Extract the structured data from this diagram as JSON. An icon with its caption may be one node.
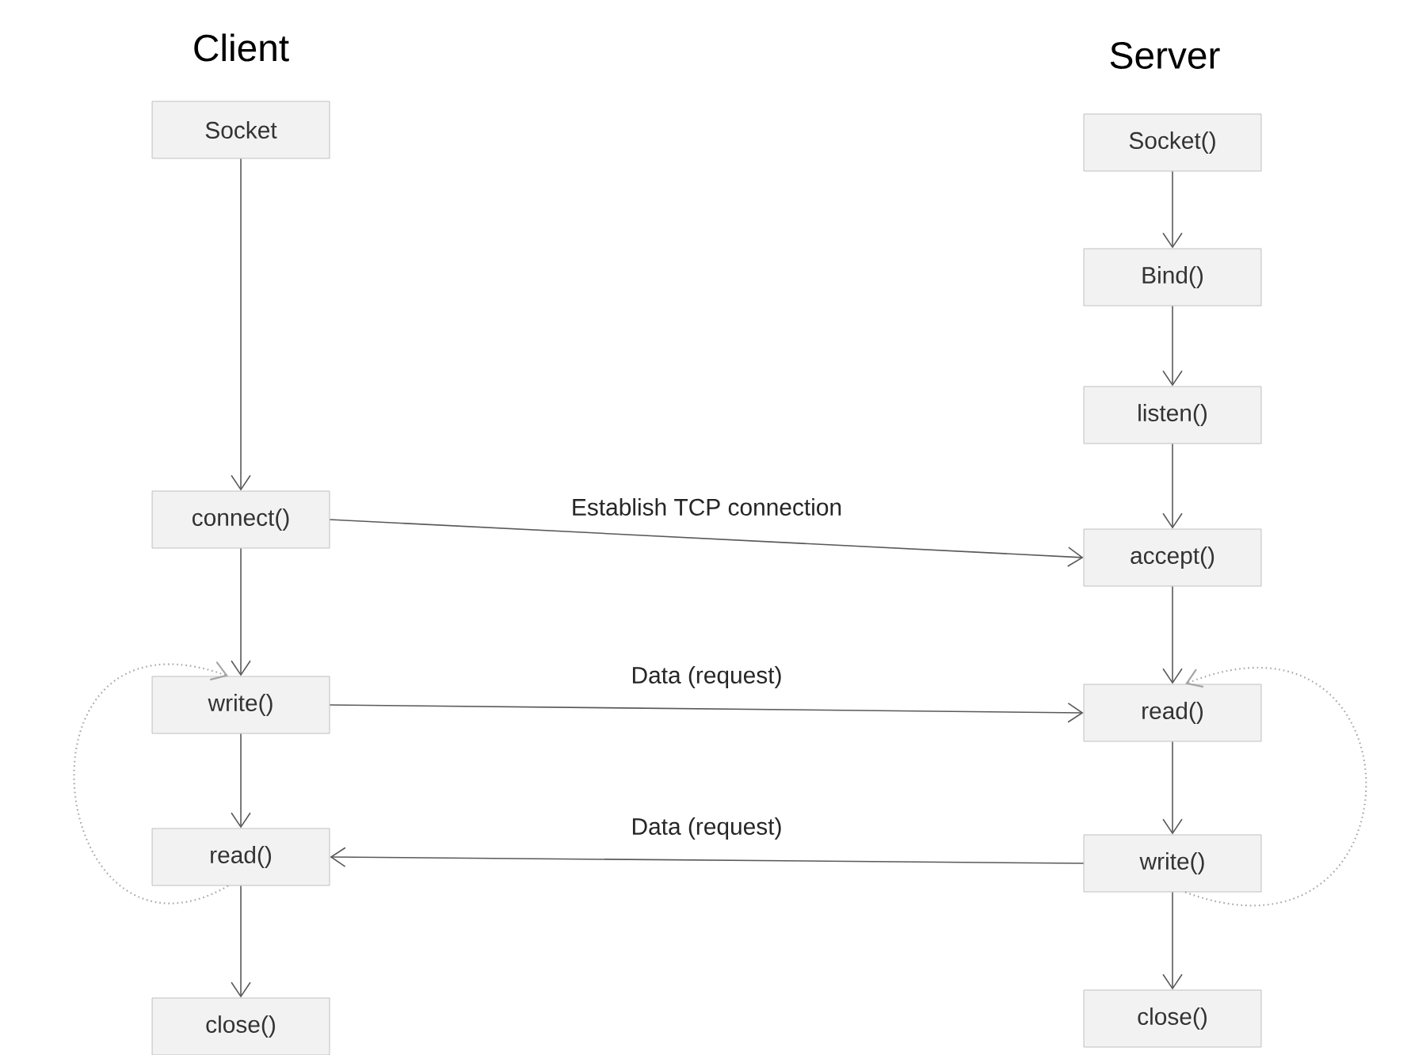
{
  "diagram": {
    "nodes": [
      {
        "text": [
          "Socket"
        ]
      },
      {
        "text": [
          "connect()"
        ]
      },
      {
        "text": [
          "write()"
        ]
      },
      {
        "text": [
          "read()"
        ]
      },
      {
        "text": [
          "close()"
        ]
      },
      {
        "text": [
          "Socket()"
        ]
      },
      {
        "text": [
          "Bind()"
        ]
      },
      {
        "text": [
          "listen()"
        ]
      },
      {
        "text": [
          "accept()"
        ]
      },
      {
        "text": [
          "read()"
        ]
      },
      {
        "text": [
          "write()"
        ]
      },
      {
        "text": [
          "close()"
        ]
      }
    ],
    "edges": [
      {
        "from": 0,
        "to": 1,
        "arrow": "to"
      },
      {
        "from": 1,
        "to": 2,
        "arrow": "to"
      },
      {
        "from": 2,
        "to": 3,
        "arrow": "to"
      },
      {
        "from": 3,
        "to": 4,
        "arrow": "to"
      },
      {
        "from": 5,
        "to": 6,
        "arrow": "to"
      },
      {
        "from": 6,
        "to": 7,
        "arrow": "to"
      },
      {
        "from": 7,
        "to": 8,
        "arrow": "to"
      },
      {
        "from": 8,
        "to": 9,
        "arrow": "to"
      },
      {
        "from": 9,
        "to": 10,
        "arrow": "to"
      },
      {
        "from": 10,
        "to": 11,
        "arrow": "to"
      },
      {
        "from": 1,
        "to": 8,
        "arrow": "to",
        "label": "Establish TCP connection"
      },
      {
        "from": 2,
        "to": 9,
        "arrow": "to",
        "label": "Data (request)"
      },
      {
        "from": 10,
        "to": 3,
        "arrow": "to",
        "label": "Data (request)"
      },
      {
        "from": 3,
        "to": 2,
        "arrow": "to",
        "style": "dashed"
      },
      {
        "from": 10,
        "to": 9,
        "arrow": "to",
        "style": "dashed"
      }
    ],
    "labels": [
      "Client",
      "Server"
    ]
  }
}
